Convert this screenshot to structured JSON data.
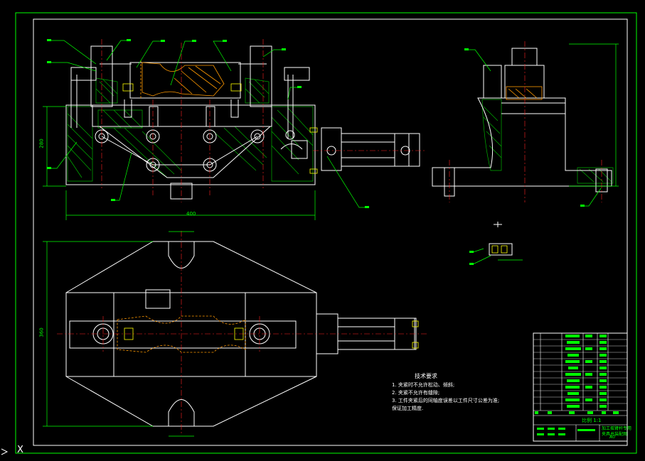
{
  "drawing": {
    "colors": {
      "background": "#000000",
      "outline": "#ffffff",
      "leader": "#00ff00",
      "centerline": "#ff2020",
      "hidden": "#ff9900",
      "hatch": "#00b000",
      "accent": "#ffff00",
      "text": "#00ff00"
    },
    "front_view": {
      "dimension_width": "400",
      "dimension_height": "280"
    },
    "plan_view": {
      "dimension_height": "360"
    },
    "technical_requirements": {
      "heading": "技术要求",
      "items": [
        "1. 夹紧时不允许松动、倾斜;",
        "2. 夹紧不允许有缝隙;",
        "3. 工件夹紧后的同轴度误差以工件尺寸公差为准;",
        "保证加工精度."
      ]
    },
    "title_block": {
      "drawing_name_line1": "加工摇臂杆专用",
      "drawing_name_line2": "夹具总装配图",
      "sheet_size": "A0",
      "scale_label": "比例 1:1"
    },
    "command_line": {
      "cursor_glyph": "X"
    }
  }
}
